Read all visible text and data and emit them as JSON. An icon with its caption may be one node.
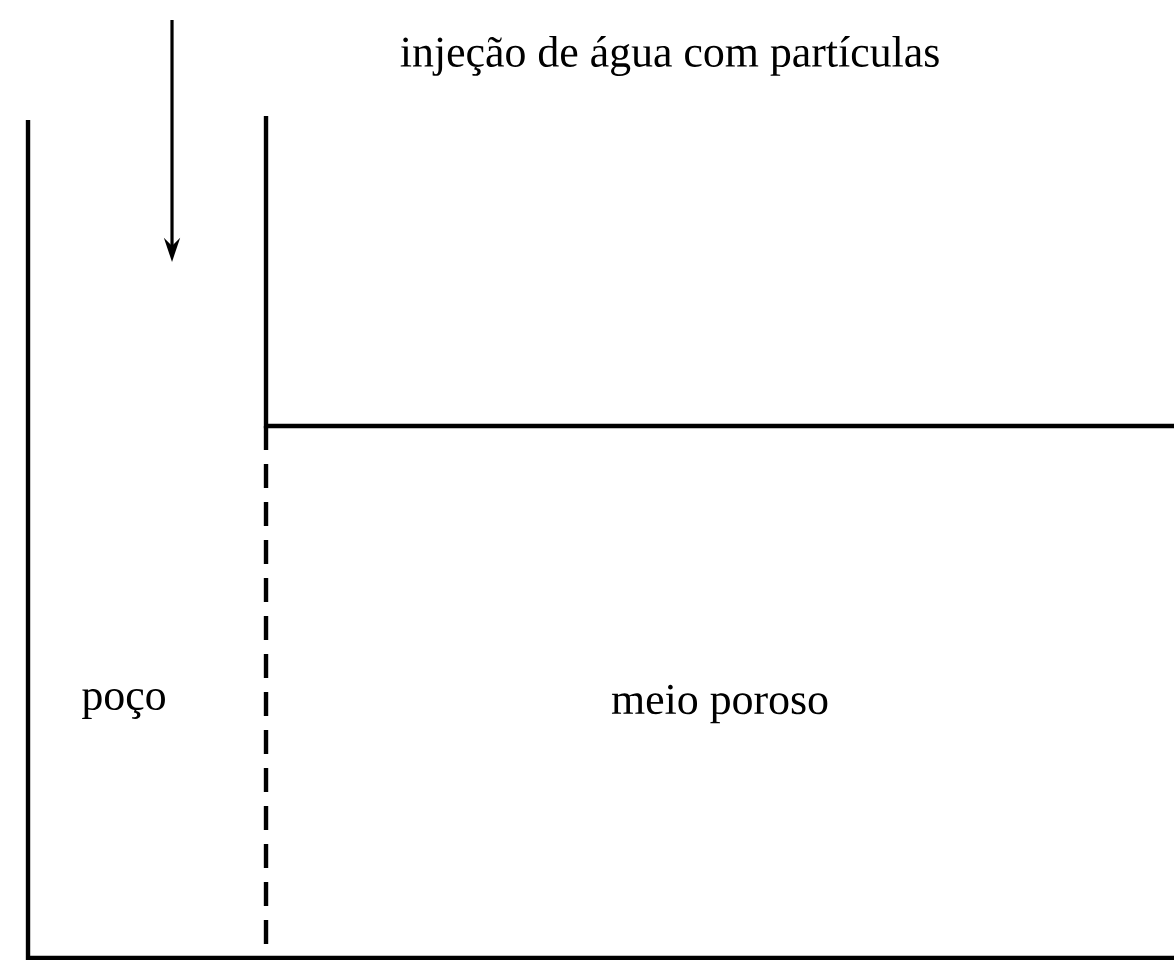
{
  "diagram": {
    "labels": [
      "injeção de água com partículas",
      "poço",
      "meio poroso"
    ]
  }
}
